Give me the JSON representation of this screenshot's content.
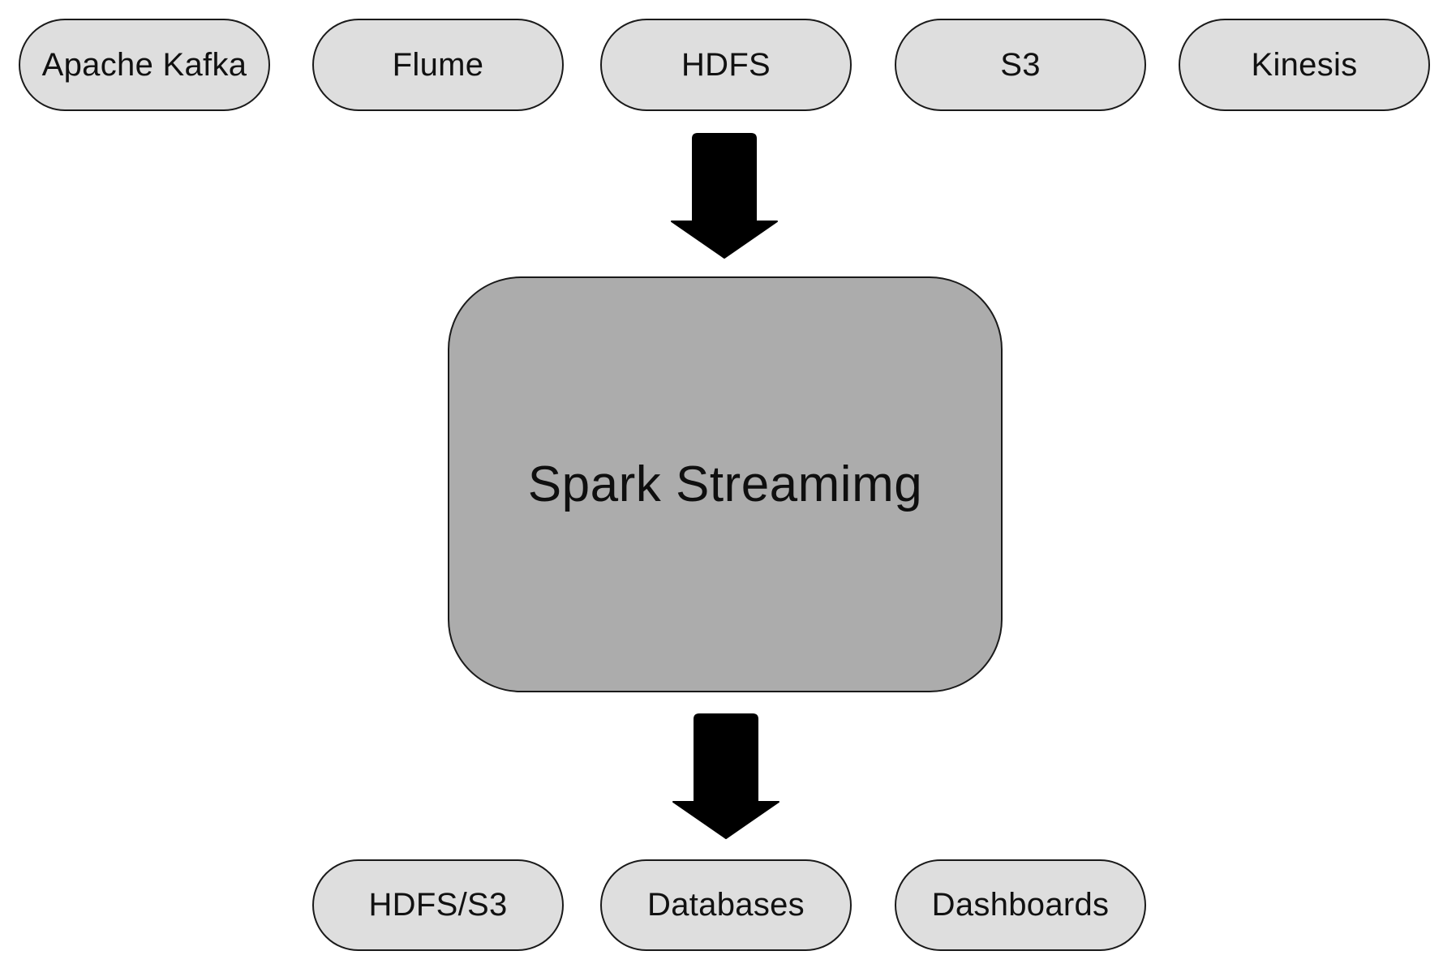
{
  "sources": [
    {
      "id": "kafka",
      "label": "Apache Kafka"
    },
    {
      "id": "flume",
      "label": "Flume"
    },
    {
      "id": "hdfs",
      "label": "HDFS"
    },
    {
      "id": "s3",
      "label": "S3"
    },
    {
      "id": "kinesis",
      "label": "Kinesis"
    }
  ],
  "processor": {
    "label": "Spark Streamimg"
  },
  "outputs": [
    {
      "id": "hdfs-s3",
      "label": "HDFS/S3"
    },
    {
      "id": "databases",
      "label": "Databases"
    },
    {
      "id": "dashboards",
      "label": "Dashboards"
    }
  ],
  "colors": {
    "source_fill": "#dedede",
    "processor_fill": "#acacac",
    "stroke": "#1a1a1a",
    "arrow": "#000000"
  },
  "icons": {
    "input_arrow": "arrow-down-icon",
    "output_arrow": "arrow-down-icon"
  }
}
